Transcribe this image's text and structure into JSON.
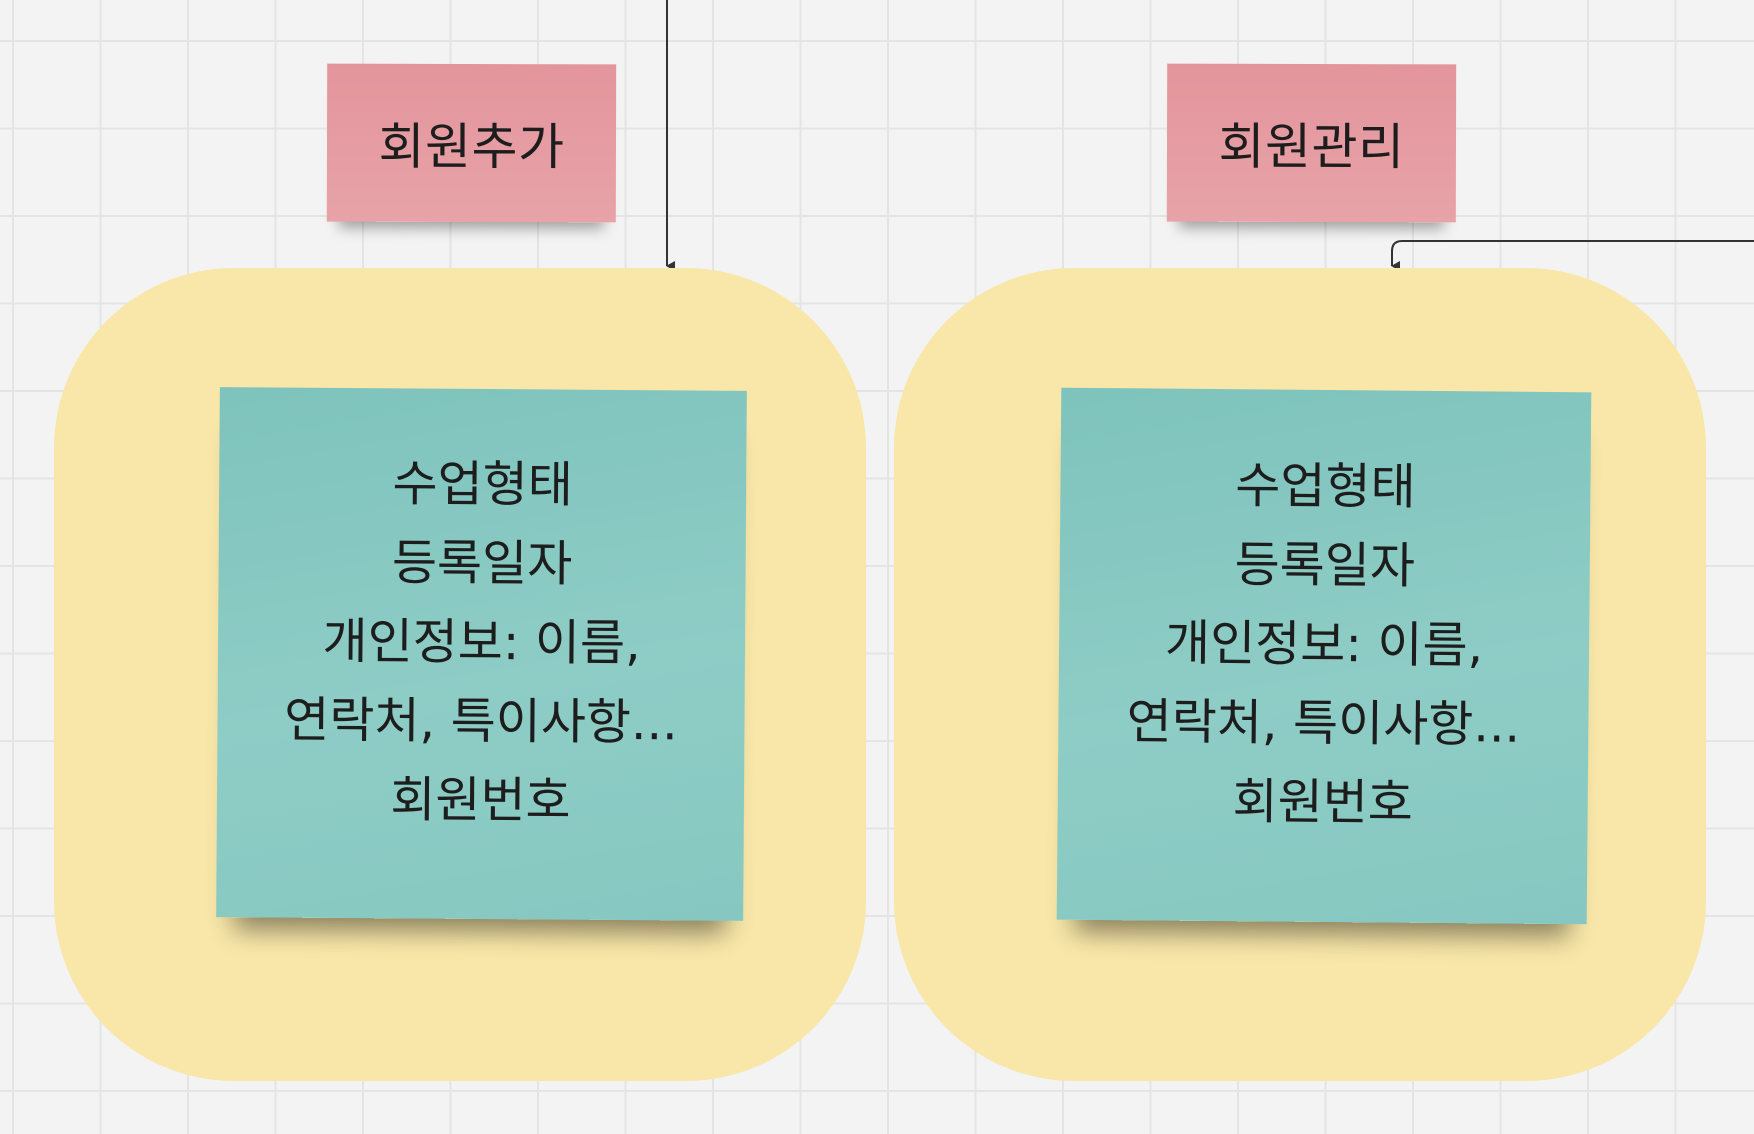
{
  "colors": {
    "canvas": "#f3f3f3",
    "grid": "#e4e4e4",
    "frame": "#f8e7a8",
    "label_note": "#e59ca2",
    "content_note": "#86c8c1",
    "connector": "#333333"
  },
  "groups": [
    {
      "label": "회원추가",
      "lines": [
        "수업형태",
        "등록일자",
        "개인정보: 이름,",
        "연락처, 특이사항...",
        "회원번호"
      ]
    },
    {
      "label": "회원관리",
      "lines": [
        "수업형태",
        "등록일자",
        "개인정보: 이름,",
        "연락처, 특이사항...",
        "회원번호"
      ]
    }
  ]
}
